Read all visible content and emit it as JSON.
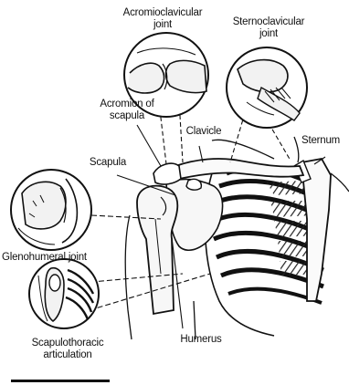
{
  "labels": {
    "acromioclavicular": [
      "Acromioclavicular",
      "joint"
    ],
    "sternoclavicular": [
      "Sternoclavicular",
      "joint"
    ],
    "acromion": [
      "Acromion of",
      "scapula"
    ],
    "clavicle": "Clavicle",
    "sternum": "Sternum",
    "scapula": "Scapula",
    "glenohumeral": "Glenohumeral joint",
    "humerus": "Humerus",
    "scapulothoracic": [
      "Scapulothoracic",
      "articulation"
    ]
  },
  "colors": {
    "ink": "#111111",
    "bone": "#f4f4f4",
    "shade": "#7a7a7a",
    "paper": "#ffffff"
  }
}
